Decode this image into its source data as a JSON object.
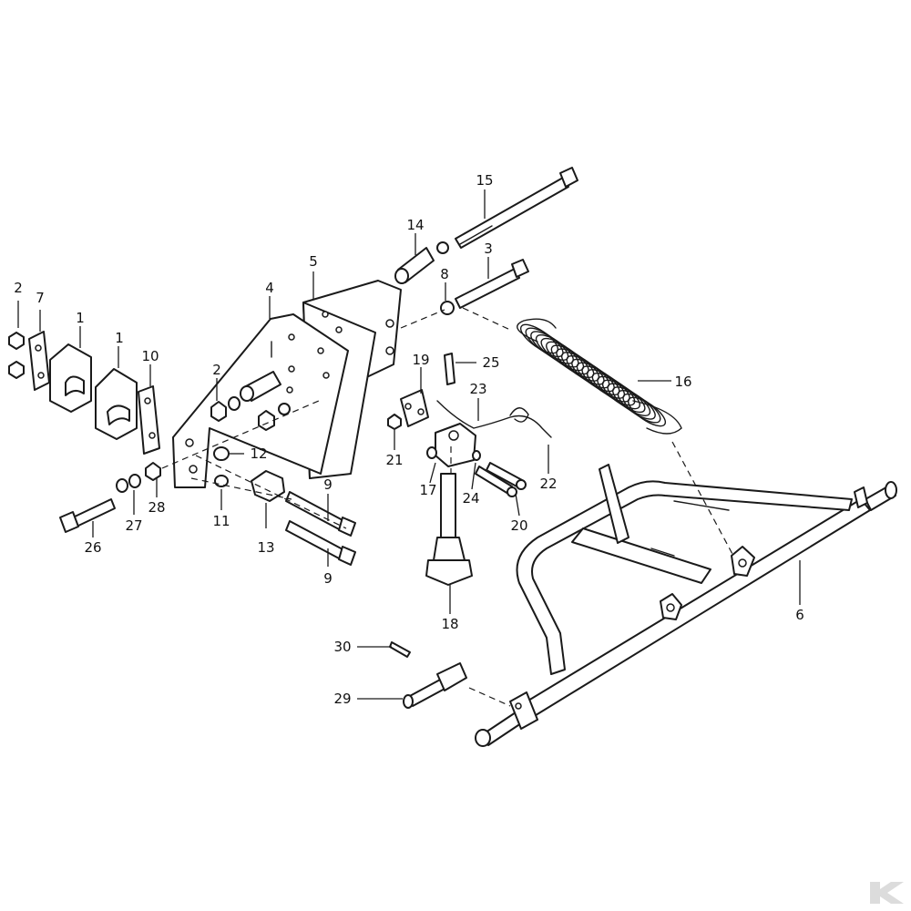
{
  "callouts": [
    {
      "id": "c2a",
      "text": "2"
    },
    {
      "id": "c7",
      "text": "7"
    },
    {
      "id": "c1a",
      "text": "1"
    },
    {
      "id": "c1b",
      "text": "1"
    },
    {
      "id": "c10",
      "text": "10"
    },
    {
      "id": "c4",
      "text": "4"
    },
    {
      "id": "c5",
      "text": "5"
    },
    {
      "id": "c2b",
      "text": "2"
    },
    {
      "id": "c12",
      "text": "12"
    },
    {
      "id": "c11",
      "text": "11"
    },
    {
      "id": "c13",
      "text": "13"
    },
    {
      "id": "c9a",
      "text": "9"
    },
    {
      "id": "c9b",
      "text": "9"
    },
    {
      "id": "c14",
      "text": "14"
    },
    {
      "id": "c15",
      "text": "15"
    },
    {
      "id": "c3",
      "text": "3"
    },
    {
      "id": "c8",
      "text": "8"
    },
    {
      "id": "c16",
      "text": "16"
    },
    {
      "id": "c25",
      "text": "25"
    },
    {
      "id": "c19",
      "text": "19"
    },
    {
      "id": "c23",
      "text": "23"
    },
    {
      "id": "c21",
      "text": "21"
    },
    {
      "id": "c17",
      "text": "17"
    },
    {
      "id": "c24",
      "text": "24"
    },
    {
      "id": "c22",
      "text": "22"
    },
    {
      "id": "c20",
      "text": "20"
    },
    {
      "id": "c18",
      "text": "18"
    },
    {
      "id": "c26",
      "text": "26"
    },
    {
      "id": "c27",
      "text": "27"
    },
    {
      "id": "c28",
      "text": "28"
    },
    {
      "id": "c6",
      "text": "6"
    },
    {
      "id": "c30",
      "text": "30"
    },
    {
      "id": "c29",
      "text": "29"
    }
  ],
  "logo": {
    "icon": "brand-logo-icon",
    "color": "#dcdcdc"
  }
}
